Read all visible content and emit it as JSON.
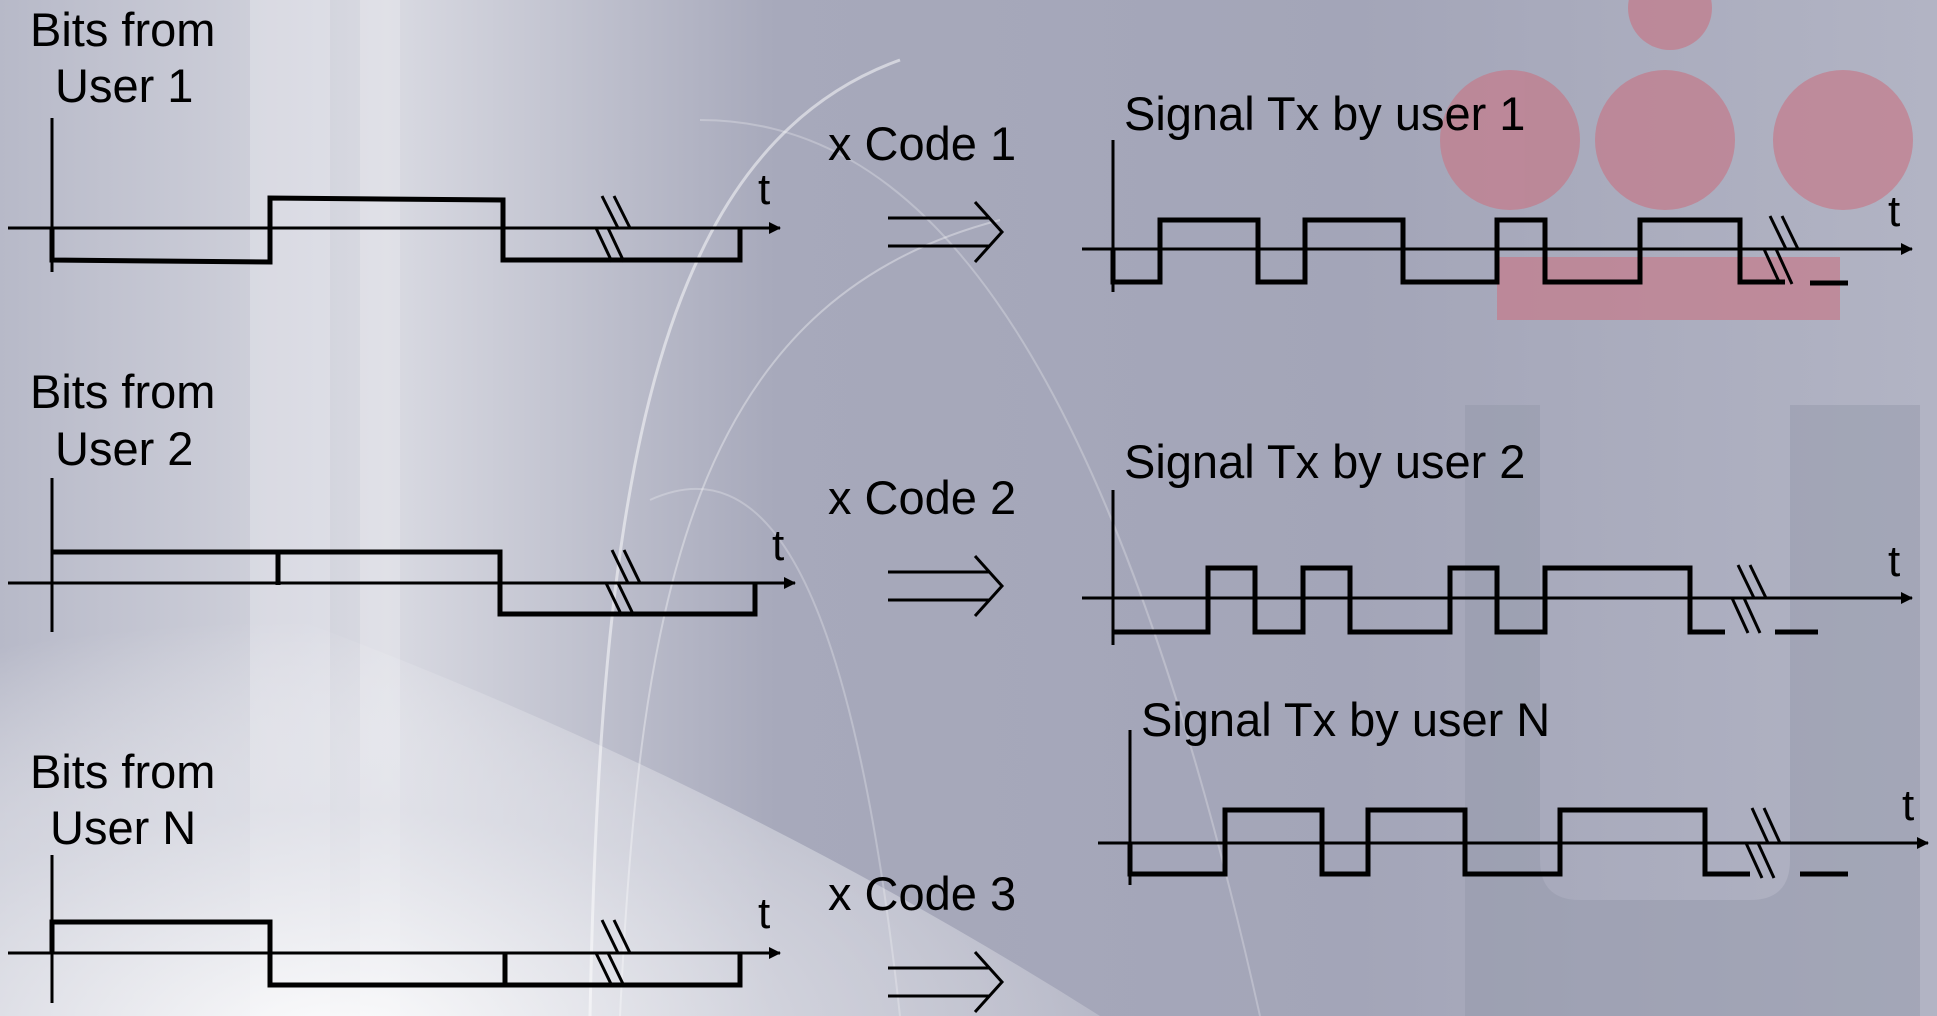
{
  "inputs": [
    {
      "line1": "Bits from",
      "line2": "User 1",
      "axis_label": "t"
    },
    {
      "line1": "Bits from",
      "line2": "User 2",
      "axis_label": "t"
    },
    {
      "line1": "Bits from",
      "line2": "User N",
      "axis_label": "t"
    }
  ],
  "codes": [
    "x Code 1",
    "x Code 2",
    "x Code 3"
  ],
  "outputs": [
    {
      "title": "Signal Tx by user 1",
      "axis_label": "t"
    },
    {
      "title": "Signal Tx by user 2",
      "axis_label": "t"
    },
    {
      "title": "Signal Tx by user N",
      "axis_label": "t"
    }
  ],
  "colors": {
    "background": "#a6a8bd",
    "highlight": "#f2f2f6",
    "watermark": "#c47a8a",
    "line": "#000000"
  }
}
